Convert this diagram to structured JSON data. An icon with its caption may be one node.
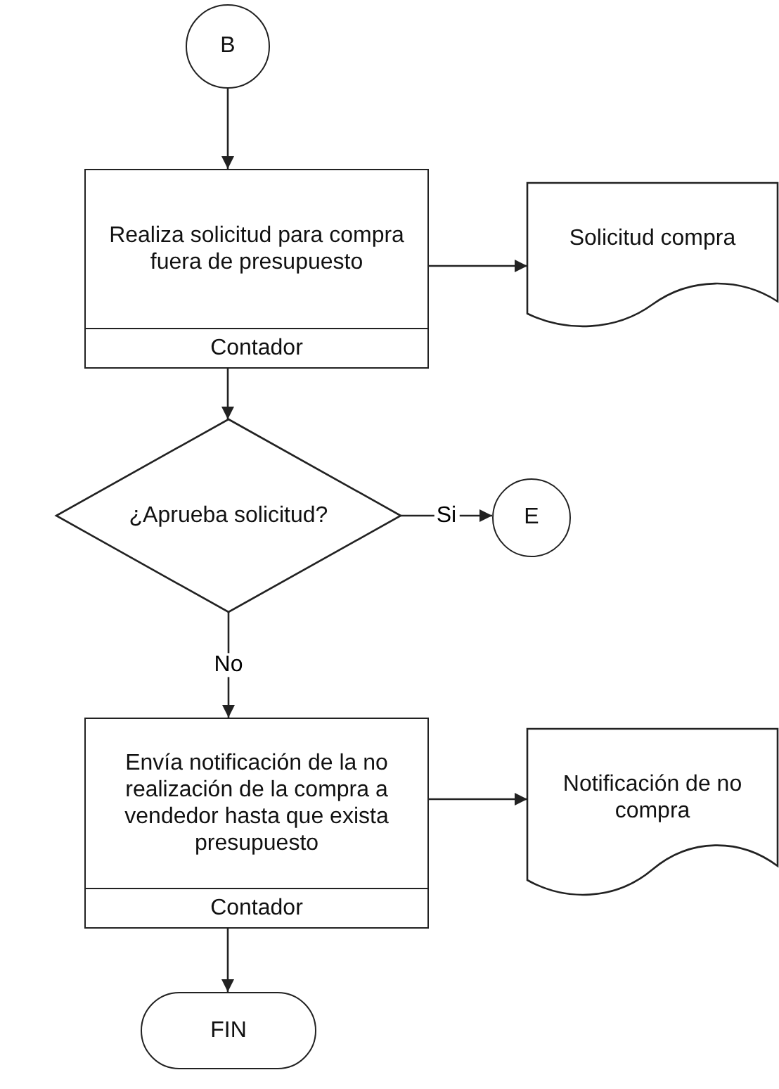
{
  "diagram": {
    "nodes": [
      {
        "text": [
          "B"
        ]
      },
      {
        "text": [
          "Realiza solicitud para compra fuera de presupuesto",
          "Contador"
        ]
      },
      {
        "text": [
          "Solicitud compra"
        ]
      },
      {
        "text": [
          "¿Aprueba solicitud?"
        ]
      },
      {
        "text": [
          "E"
        ]
      },
      {
        "text": [
          "Envía notificación de la no realización de la compra a vendedor hasta que exista presupuesto",
          "Contador"
        ]
      },
      {
        "text": [
          "Notificación de no compra"
        ]
      },
      {
        "text": [
          "FIN"
        ]
      }
    ],
    "edges": [
      {
        "from": 0,
        "to": 1,
        "arrow": "to"
      },
      {
        "from": 1,
        "to": 2,
        "arrow": "to"
      },
      {
        "from": 1,
        "to": 3,
        "arrow": "to"
      },
      {
        "from": 3,
        "to": 4,
        "arrow": "to",
        "label": "Si"
      },
      {
        "from": 3,
        "to": 5,
        "arrow": "to",
        "label": "No"
      },
      {
        "from": 5,
        "to": 6,
        "arrow": "to"
      },
      {
        "from": 5,
        "to": 7,
        "arrow": "to"
      }
    ]
  }
}
